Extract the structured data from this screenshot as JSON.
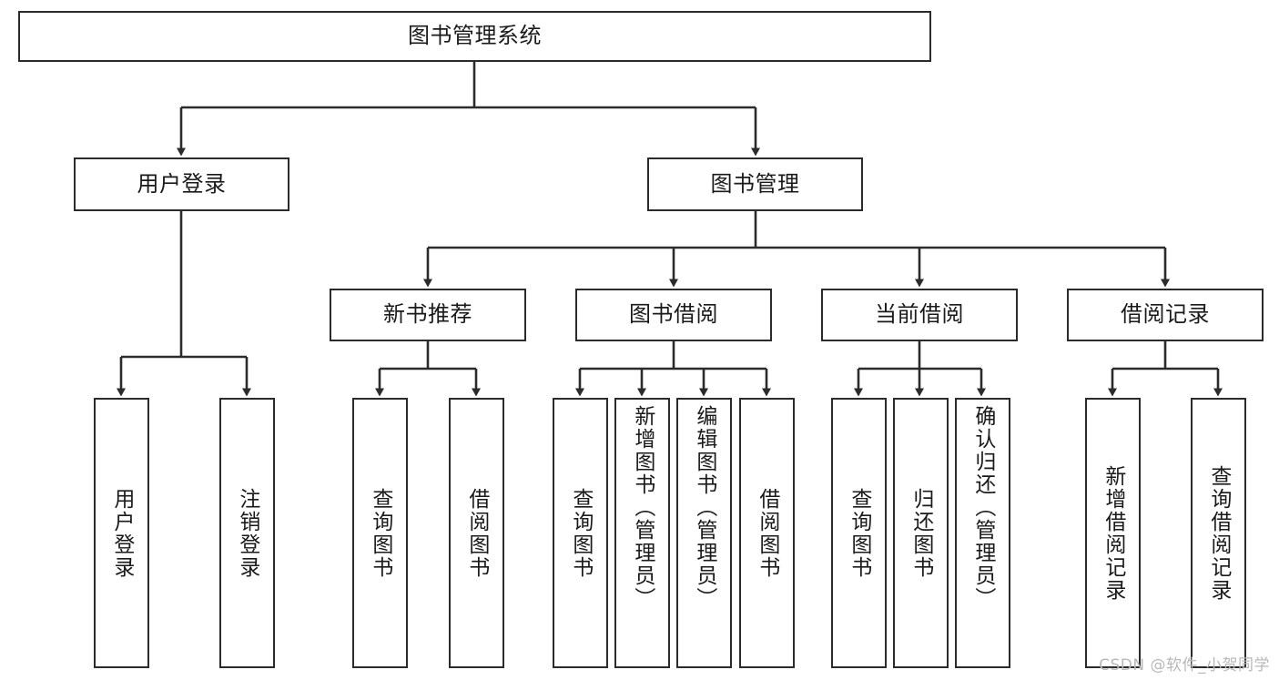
{
  "diagram": {
    "type": "tree-hierarchy",
    "title": "图书管理系统",
    "root": {
      "id": "root",
      "label": "图书管理系统",
      "orientation": "horizontal"
    },
    "level2": [
      {
        "id": "user-login",
        "label": "用户登录",
        "orientation": "horizontal"
      },
      {
        "id": "book-manage",
        "label": "图书管理",
        "orientation": "horizontal"
      }
    ],
    "level3": [
      {
        "id": "new-book-recommend",
        "label": "新书推荐",
        "orientation": "horizontal",
        "parent": "book-manage"
      },
      {
        "id": "book-borrow",
        "label": "图书借阅",
        "orientation": "horizontal",
        "parent": "book-manage"
      },
      {
        "id": "current-borrow",
        "label": "当前借阅",
        "orientation": "horizontal",
        "parent": "book-manage"
      },
      {
        "id": "borrow-record",
        "label": "借阅记录",
        "orientation": "horizontal",
        "parent": "book-manage"
      }
    ],
    "leaves": [
      {
        "id": "leaf-user-login",
        "label": "用户登录",
        "parent": "user-login"
      },
      {
        "id": "leaf-logout-login",
        "label": "注销登录",
        "parent": "user-login"
      },
      {
        "id": "leaf-query-book-1",
        "label": "查询图书",
        "parent": "new-book-recommend"
      },
      {
        "id": "leaf-borrow-book-1",
        "label": "借阅图书",
        "parent": "new-book-recommend"
      },
      {
        "id": "leaf-query-book-2",
        "label": "查询图书",
        "parent": "book-borrow"
      },
      {
        "id": "leaf-add-book",
        "label": "新增图书（管理员）",
        "parent": "book-borrow"
      },
      {
        "id": "leaf-edit-book",
        "label": "编辑图书（管理员）",
        "parent": "book-borrow"
      },
      {
        "id": "leaf-borrow-book-2",
        "label": "借阅图书",
        "parent": "book-borrow"
      },
      {
        "id": "leaf-query-book-3",
        "label": "查询图书",
        "parent": "current-borrow"
      },
      {
        "id": "leaf-return-book",
        "label": "归还图书",
        "parent": "current-borrow"
      },
      {
        "id": "leaf-confirm-return",
        "label": "确认归还（管理员）",
        "parent": "current-borrow"
      },
      {
        "id": "leaf-add-record",
        "label": "新增借阅记录",
        "parent": "borrow-record"
      },
      {
        "id": "leaf-query-record",
        "label": "查询借阅记录",
        "parent": "borrow-record"
      }
    ],
    "edges": [
      {
        "from": "root",
        "to": "user-login"
      },
      {
        "from": "root",
        "to": "book-manage"
      },
      {
        "from": "user-login",
        "to": "leaf-user-login"
      },
      {
        "from": "user-login",
        "to": "leaf-logout-login"
      },
      {
        "from": "book-manage",
        "to": "new-book-recommend"
      },
      {
        "from": "book-manage",
        "to": "book-borrow"
      },
      {
        "from": "book-manage",
        "to": "current-borrow"
      },
      {
        "from": "book-manage",
        "to": "borrow-record"
      },
      {
        "from": "new-book-recommend",
        "to": "leaf-query-book-1"
      },
      {
        "from": "new-book-recommend",
        "to": "leaf-borrow-book-1"
      },
      {
        "from": "book-borrow",
        "to": "leaf-query-book-2"
      },
      {
        "from": "book-borrow",
        "to": "leaf-add-book"
      },
      {
        "from": "book-borrow",
        "to": "leaf-edit-book"
      },
      {
        "from": "book-borrow",
        "to": "leaf-borrow-book-2"
      },
      {
        "from": "current-borrow",
        "to": "leaf-query-book-3"
      },
      {
        "from": "current-borrow",
        "to": "leaf-return-book"
      },
      {
        "from": "current-borrow",
        "to": "leaf-confirm-return"
      },
      {
        "from": "borrow-record",
        "to": "leaf-add-record"
      },
      {
        "from": "borrow-record",
        "to": "leaf-query-record"
      }
    ],
    "colors": {
      "stroke": "#2b2b2b",
      "fill": "#ffffff",
      "text": "#1a1a1a",
      "watermark": "#b8b8b8"
    }
  },
  "watermark": {
    "text": "CSDN @软件_小贺同学"
  }
}
